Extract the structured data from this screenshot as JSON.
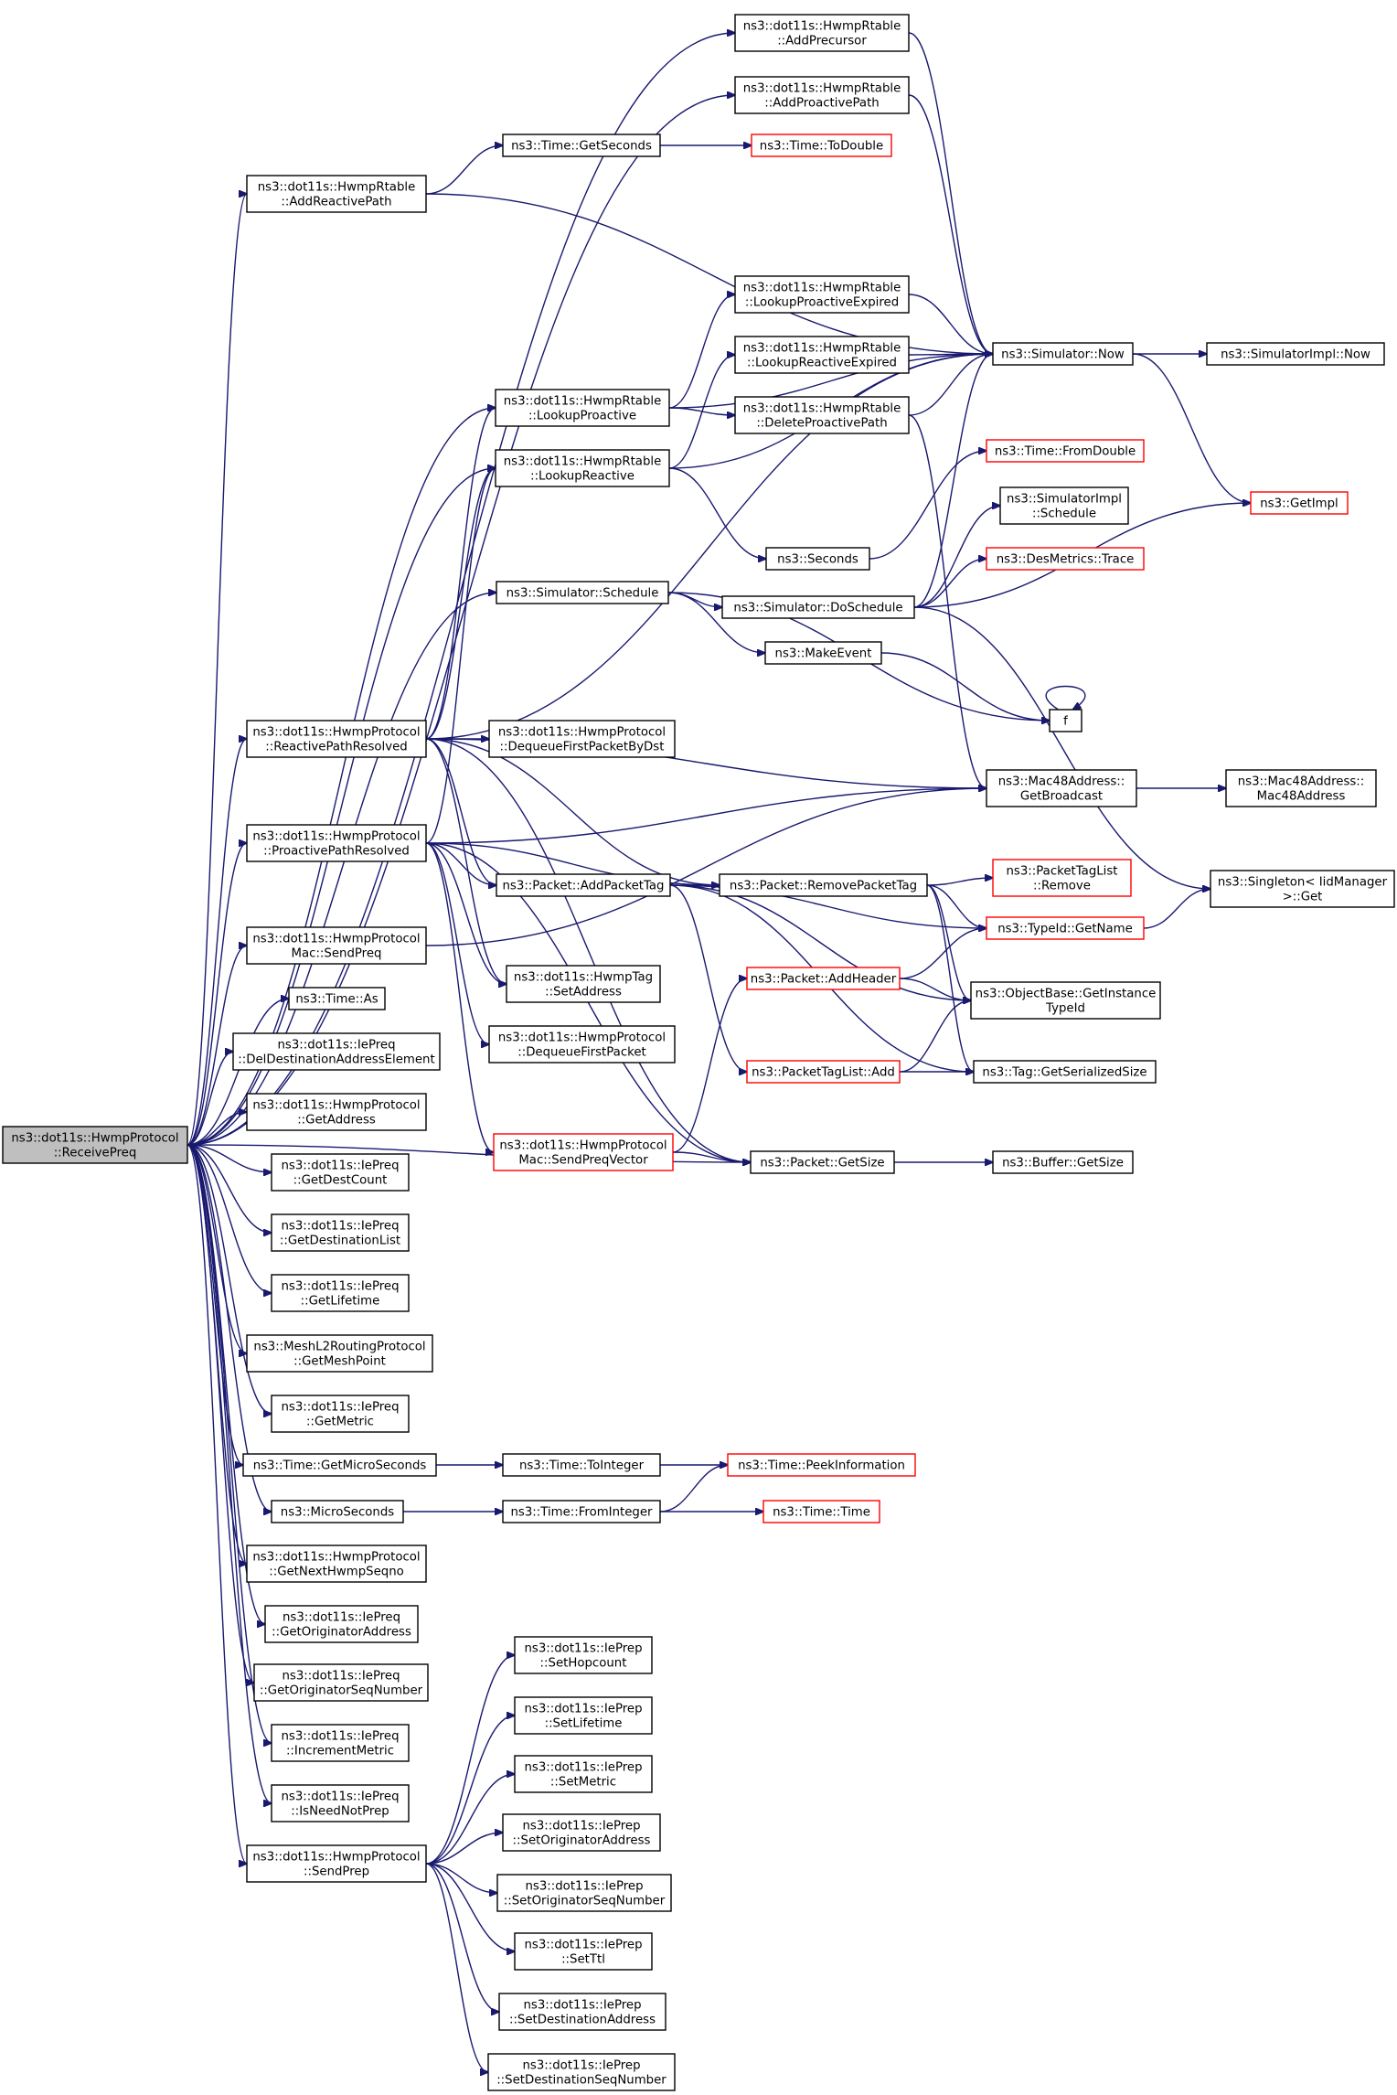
{
  "diagram": {
    "type": "call-graph",
    "colors": {
      "edge": "#191970",
      "node_border": "#000000",
      "truncated_border": "#ff0000",
      "root_fill": "#bfbfbf",
      "background": "#ffffff"
    },
    "nodes": [
      {
        "id": "root",
        "lines": [
          "ns3::dot11s::HwmpProtocol",
          "::ReceivePreq"
        ],
        "style": "root"
      },
      {
        "id": "addPrecursor",
        "lines": [
          "ns3::dot11s::HwmpRtable",
          "::AddPrecursor"
        ]
      },
      {
        "id": "addProactivePath",
        "lines": [
          "ns3::dot11s::HwmpRtable",
          "::AddProactivePath"
        ]
      },
      {
        "id": "addReactivePath",
        "lines": [
          "ns3::dot11s::HwmpRtable",
          "::AddReactivePath"
        ]
      },
      {
        "id": "getSeconds",
        "lines": [
          "ns3::Time::GetSeconds"
        ]
      },
      {
        "id": "toDouble",
        "lines": [
          "ns3::Time::ToDouble"
        ],
        "style": "truncated"
      },
      {
        "id": "lookupProactiveExpired",
        "lines": [
          "ns3::dot11s::HwmpRtable",
          "::LookupProactiveExpired"
        ]
      },
      {
        "id": "simNow",
        "lines": [
          "ns3::Simulator::Now"
        ]
      },
      {
        "id": "simImplNow",
        "lines": [
          "ns3::SimulatorImpl::Now"
        ]
      },
      {
        "id": "lookupReactiveExpired",
        "lines": [
          "ns3::dot11s::HwmpRtable",
          "::LookupReactiveExpired"
        ]
      },
      {
        "id": "lookupProactive",
        "lines": [
          "ns3::dot11s::HwmpRtable",
          "::LookupProactive"
        ]
      },
      {
        "id": "deleteProactivePath",
        "lines": [
          "ns3::dot11s::HwmpRtable",
          "::DeleteProactivePath"
        ]
      },
      {
        "id": "lookupReactive",
        "lines": [
          "ns3::dot11s::HwmpRtable",
          "::LookupReactive"
        ]
      },
      {
        "id": "fromDouble",
        "lines": [
          "ns3::Time::FromDouble"
        ],
        "style": "truncated"
      },
      {
        "id": "getImpl",
        "lines": [
          "ns3::GetImpl"
        ],
        "style": "truncated"
      },
      {
        "id": "simImplSchedule",
        "lines": [
          "ns3::SimulatorImpl",
          "::Schedule"
        ]
      },
      {
        "id": "seconds",
        "lines": [
          "ns3::Seconds"
        ]
      },
      {
        "id": "desTrace",
        "lines": [
          "ns3::DesMetrics::Trace"
        ],
        "style": "truncated"
      },
      {
        "id": "simSchedule",
        "lines": [
          "ns3::Simulator::Schedule"
        ]
      },
      {
        "id": "doSchedule",
        "lines": [
          "ns3::Simulator::DoSchedule"
        ]
      },
      {
        "id": "makeEvent",
        "lines": [
          "ns3::MakeEvent"
        ]
      },
      {
        "id": "f",
        "lines": [
          "f"
        ]
      },
      {
        "id": "reactivePathResolved",
        "lines": [
          "ns3::dot11s::HwmpProtocol",
          "::ReactivePathResolved"
        ]
      },
      {
        "id": "dequeueByDst",
        "lines": [
          "ns3::dot11s::HwmpProtocol",
          "::DequeueFirstPacketByDst"
        ]
      },
      {
        "id": "getBroadcast",
        "lines": [
          "ns3::Mac48Address::",
          "GetBroadcast"
        ]
      },
      {
        "id": "mac48Address",
        "lines": [
          "ns3::Mac48Address::",
          "Mac48Address"
        ]
      },
      {
        "id": "proactivePathResolved",
        "lines": [
          "ns3::dot11s::HwmpProtocol",
          "::ProactivePathResolved"
        ]
      },
      {
        "id": "tagListRemove",
        "lines": [
          "ns3::PacketTagList",
          "::Remove"
        ],
        "style": "truncated"
      },
      {
        "id": "singletonGet",
        "lines": [
          "ns3::Singleton< IidManager",
          ">::Get"
        ]
      },
      {
        "id": "addPacketTag",
        "lines": [
          "ns3::Packet::AddPacketTag"
        ]
      },
      {
        "id": "removePacketTag",
        "lines": [
          "ns3::Packet::RemovePacketTag"
        ]
      },
      {
        "id": "typeIdGetName",
        "lines": [
          "ns3::TypeId::GetName"
        ],
        "style": "truncated"
      },
      {
        "id": "macSendPreq",
        "lines": [
          "ns3::dot11s::HwmpProtocol",
          "Mac::SendPreq"
        ]
      },
      {
        "id": "hwmpTagSetAddress",
        "lines": [
          "ns3::dot11s::HwmpTag",
          "::SetAddress"
        ]
      },
      {
        "id": "addHeader",
        "lines": [
          "ns3::Packet::AddHeader"
        ],
        "style": "truncated"
      },
      {
        "id": "getInstanceTypeId",
        "lines": [
          "ns3::ObjectBase::GetInstance",
          "TypeId"
        ]
      },
      {
        "id": "timeAs",
        "lines": [
          "ns3::Time::As"
        ]
      },
      {
        "id": "dequeueFirst",
        "lines": [
          "ns3::dot11s::HwmpProtocol",
          "::DequeueFirstPacket"
        ]
      },
      {
        "id": "delDestAddr",
        "lines": [
          "ns3::dot11s::IePreq",
          "::DelDestinationAddressElement"
        ]
      },
      {
        "id": "tagListAdd",
        "lines": [
          "ns3::PacketTagList::Add"
        ],
        "style": "truncated"
      },
      {
        "id": "tagGetSerializedSize",
        "lines": [
          "ns3::Tag::GetSerializedSize"
        ]
      },
      {
        "id": "getAddress",
        "lines": [
          "ns3::dot11s::HwmpProtocol",
          "::GetAddress"
        ]
      },
      {
        "id": "macSendPreqVector",
        "lines": [
          "ns3::dot11s::HwmpProtocol",
          "Mac::SendPreqVector"
        ],
        "style": "truncated"
      },
      {
        "id": "packetGetSize",
        "lines": [
          "ns3::Packet::GetSize"
        ]
      },
      {
        "id": "bufferGetSize",
        "lines": [
          "ns3::Buffer::GetSize"
        ]
      },
      {
        "id": "getDestCount",
        "lines": [
          "ns3::dot11s::IePreq",
          "::GetDestCount"
        ]
      },
      {
        "id": "getDestinationList",
        "lines": [
          "ns3::dot11s::IePreq",
          "::GetDestinationList"
        ]
      },
      {
        "id": "getLifetime",
        "lines": [
          "ns3::dot11s::IePreq",
          "::GetLifetime"
        ]
      },
      {
        "id": "getMeshPoint",
        "lines": [
          "ns3::MeshL2RoutingProtocol",
          "::GetMeshPoint"
        ]
      },
      {
        "id": "getMetric",
        "lines": [
          "ns3::dot11s::IePreq",
          "::GetMetric"
        ]
      },
      {
        "id": "getMicroSeconds",
        "lines": [
          "ns3::Time::GetMicroSeconds"
        ]
      },
      {
        "id": "toInteger",
        "lines": [
          "ns3::Time::ToInteger"
        ]
      },
      {
        "id": "peekInformation",
        "lines": [
          "ns3::Time::PeekInformation"
        ],
        "style": "truncated"
      },
      {
        "id": "microSeconds",
        "lines": [
          "ns3::MicroSeconds"
        ]
      },
      {
        "id": "fromInteger",
        "lines": [
          "ns3::Time::FromInteger"
        ]
      },
      {
        "id": "timeTime",
        "lines": [
          "ns3::Time::Time"
        ],
        "style": "truncated"
      },
      {
        "id": "getNextHwmpSeqno",
        "lines": [
          "ns3::dot11s::HwmpProtocol",
          "::GetNextHwmpSeqno"
        ]
      },
      {
        "id": "getOriginatorAddress",
        "lines": [
          "ns3::dot11s::IePreq",
          "::GetOriginatorAddress"
        ]
      },
      {
        "id": "getOriginatorSeqNumber",
        "lines": [
          "ns3::dot11s::IePreq",
          "::GetOriginatorSeqNumber"
        ]
      },
      {
        "id": "incrementMetric",
        "lines": [
          "ns3::dot11s::IePreq",
          "::IncrementMetric"
        ]
      },
      {
        "id": "isNeedNotPrep",
        "lines": [
          "ns3::dot11s::IePreq",
          "::IsNeedNotPrep"
        ]
      },
      {
        "id": "sendPrep",
        "lines": [
          "ns3::dot11s::HwmpProtocol",
          "::SendPrep"
        ]
      },
      {
        "id": "setHopcount",
        "lines": [
          "ns3::dot11s::IePrep",
          "::SetHopcount"
        ]
      },
      {
        "id": "setLifetime",
        "lines": [
          "ns3::dot11s::IePrep",
          "::SetLifetime"
        ]
      },
      {
        "id": "setMetric",
        "lines": [
          "ns3::dot11s::IePrep",
          "::SetMetric"
        ]
      },
      {
        "id": "setOriginatorAddress",
        "lines": [
          "ns3::dot11s::IePrep",
          "::SetOriginatorAddress"
        ]
      },
      {
        "id": "setOriginatorSeqNumber",
        "lines": [
          "ns3::dot11s::IePrep",
          "::SetOriginatorSeqNumber"
        ]
      },
      {
        "id": "setTtl",
        "lines": [
          "ns3::dot11s::IePrep",
          "::SetTtl"
        ]
      },
      {
        "id": "setDestinationAddress",
        "lines": [
          "ns3::dot11s::IePrep",
          "::SetDestinationAddress"
        ]
      },
      {
        "id": "setDestinationSeqNumber",
        "lines": [
          "ns3::dot11s::IePrep",
          "::SetDestinationSeqNumber"
        ]
      }
    ],
    "edges": [
      [
        "root",
        "addPrecursor"
      ],
      [
        "root",
        "addProactivePath"
      ],
      [
        "root",
        "addReactivePath"
      ],
      [
        "root",
        "lookupProactive"
      ],
      [
        "root",
        "lookupReactive"
      ],
      [
        "root",
        "simSchedule"
      ],
      [
        "root",
        "reactivePathResolved"
      ],
      [
        "root",
        "proactivePathResolved"
      ],
      [
        "root",
        "macSendPreq"
      ],
      [
        "root",
        "timeAs"
      ],
      [
        "root",
        "delDestAddr"
      ],
      [
        "root",
        "getAddress"
      ],
      [
        "root",
        "getDestCount"
      ],
      [
        "root",
        "getDestinationList"
      ],
      [
        "root",
        "getLifetime"
      ],
      [
        "root",
        "getMeshPoint"
      ],
      [
        "root",
        "getMetric"
      ],
      [
        "root",
        "getMicroSeconds"
      ],
      [
        "root",
        "microSeconds"
      ],
      [
        "root",
        "getNextHwmpSeqno"
      ],
      [
        "root",
        "getOriginatorAddress"
      ],
      [
        "root",
        "getOriginatorSeqNumber"
      ],
      [
        "root",
        "incrementMetric"
      ],
      [
        "root",
        "isNeedNotPrep"
      ],
      [
        "root",
        "sendPrep"
      ],
      [
        "root",
        "packetGetSize"
      ],
      [
        "addPrecursor",
        "simNow"
      ],
      [
        "addProactivePath",
        "simNow"
      ],
      [
        "addReactivePath",
        "getSeconds"
      ],
      [
        "addReactivePath",
        "simNow"
      ],
      [
        "getSeconds",
        "toDouble"
      ],
      [
        "lookupProactive",
        "lookupProactiveExpired"
      ],
      [
        "lookupProactive",
        "simNow"
      ],
      [
        "lookupProactive",
        "deleteProactivePath"
      ],
      [
        "lookupProactiveExpired",
        "simNow"
      ],
      [
        "lookupReactive",
        "lookupReactiveExpired"
      ],
      [
        "lookupReactive",
        "simNow"
      ],
      [
        "lookupReactive",
        "seconds"
      ],
      [
        "lookupReactiveExpired",
        "simNow"
      ],
      [
        "deleteProactivePath",
        "simNow"
      ],
      [
        "deleteProactivePath",
        "getBroadcast"
      ],
      [
        "simNow",
        "simImplNow"
      ],
      [
        "simNow",
        "getImpl"
      ],
      [
        "seconds",
        "fromDouble"
      ],
      [
        "simSchedule",
        "doSchedule"
      ],
      [
        "simSchedule",
        "makeEvent"
      ],
      [
        "simSchedule",
        "f"
      ],
      [
        "doSchedule",
        "simNow"
      ],
      [
        "doSchedule",
        "getImpl"
      ],
      [
        "doSchedule",
        "simImplSchedule"
      ],
      [
        "doSchedule",
        "desTrace"
      ],
      [
        "doSchedule",
        "singletonGet"
      ],
      [
        "makeEvent",
        "f"
      ],
      [
        "f",
        "f"
      ],
      [
        "reactivePathResolved",
        "lookupProactive"
      ],
      [
        "reactivePathResolved",
        "lookupReactive"
      ],
      [
        "reactivePathResolved",
        "simNow"
      ],
      [
        "reactivePathResolved",
        "dequeueByDst"
      ],
      [
        "reactivePathResolved",
        "getBroadcast"
      ],
      [
        "reactivePathResolved",
        "addPacketTag"
      ],
      [
        "reactivePathResolved",
        "removePacketTag"
      ],
      [
        "reactivePathResolved",
        "hwmpTagSetAddress"
      ],
      [
        "reactivePathResolved",
        "packetGetSize"
      ],
      [
        "proactivePathResolved",
        "lookupReactive"
      ],
      [
        "proactivePathResolved",
        "getBroadcast"
      ],
      [
        "proactivePathResolved",
        "addPacketTag"
      ],
      [
        "proactivePathResolved",
        "removePacketTag"
      ],
      [
        "proactivePathResolved",
        "hwmpTagSetAddress"
      ],
      [
        "proactivePathResolved",
        "dequeueFirst"
      ],
      [
        "proactivePathResolved",
        "macSendPreqVector"
      ],
      [
        "proactivePathResolved",
        "packetGetSize"
      ],
      [
        "getBroadcast",
        "mac48Address"
      ],
      [
        "addPacketTag",
        "typeIdGetName"
      ],
      [
        "addPacketTag",
        "getInstanceTypeId"
      ],
      [
        "addPacketTag",
        "tagListAdd"
      ],
      [
        "addPacketTag",
        "tagGetSerializedSize"
      ],
      [
        "removePacketTag",
        "tagListRemove"
      ],
      [
        "removePacketTag",
        "typeIdGetName"
      ],
      [
        "removePacketTag",
        "getInstanceTypeId"
      ],
      [
        "removePacketTag",
        "tagGetSerializedSize"
      ],
      [
        "typeIdGetName",
        "singletonGet"
      ],
      [
        "macSendPreq",
        "getBroadcast"
      ],
      [
        "macSendPreqVector",
        "addHeader"
      ],
      [
        "macSendPreqVector",
        "packetGetSize"
      ],
      [
        "addHeader",
        "typeIdGetName"
      ],
      [
        "addHeader",
        "getInstanceTypeId"
      ],
      [
        "tagListAdd",
        "getInstanceTypeId"
      ],
      [
        "tagListAdd",
        "tagGetSerializedSize"
      ],
      [
        "packetGetSize",
        "bufferGetSize"
      ],
      [
        "getMicroSeconds",
        "toInteger"
      ],
      [
        "toInteger",
        "peekInformation"
      ],
      [
        "microSeconds",
        "fromInteger"
      ],
      [
        "fromInteger",
        "peekInformation"
      ],
      [
        "fromInteger",
        "timeTime"
      ],
      [
        "sendPrep",
        "setHopcount"
      ],
      [
        "sendPrep",
        "setLifetime"
      ],
      [
        "sendPrep",
        "setMetric"
      ],
      [
        "sendPrep",
        "setOriginatorAddress"
      ],
      [
        "sendPrep",
        "setOriginatorSeqNumber"
      ],
      [
        "sendPrep",
        "setTtl"
      ],
      [
        "sendPrep",
        "setDestinationAddress"
      ],
      [
        "sendPrep",
        "setDestinationSeqNumber"
      ]
    ]
  }
}
